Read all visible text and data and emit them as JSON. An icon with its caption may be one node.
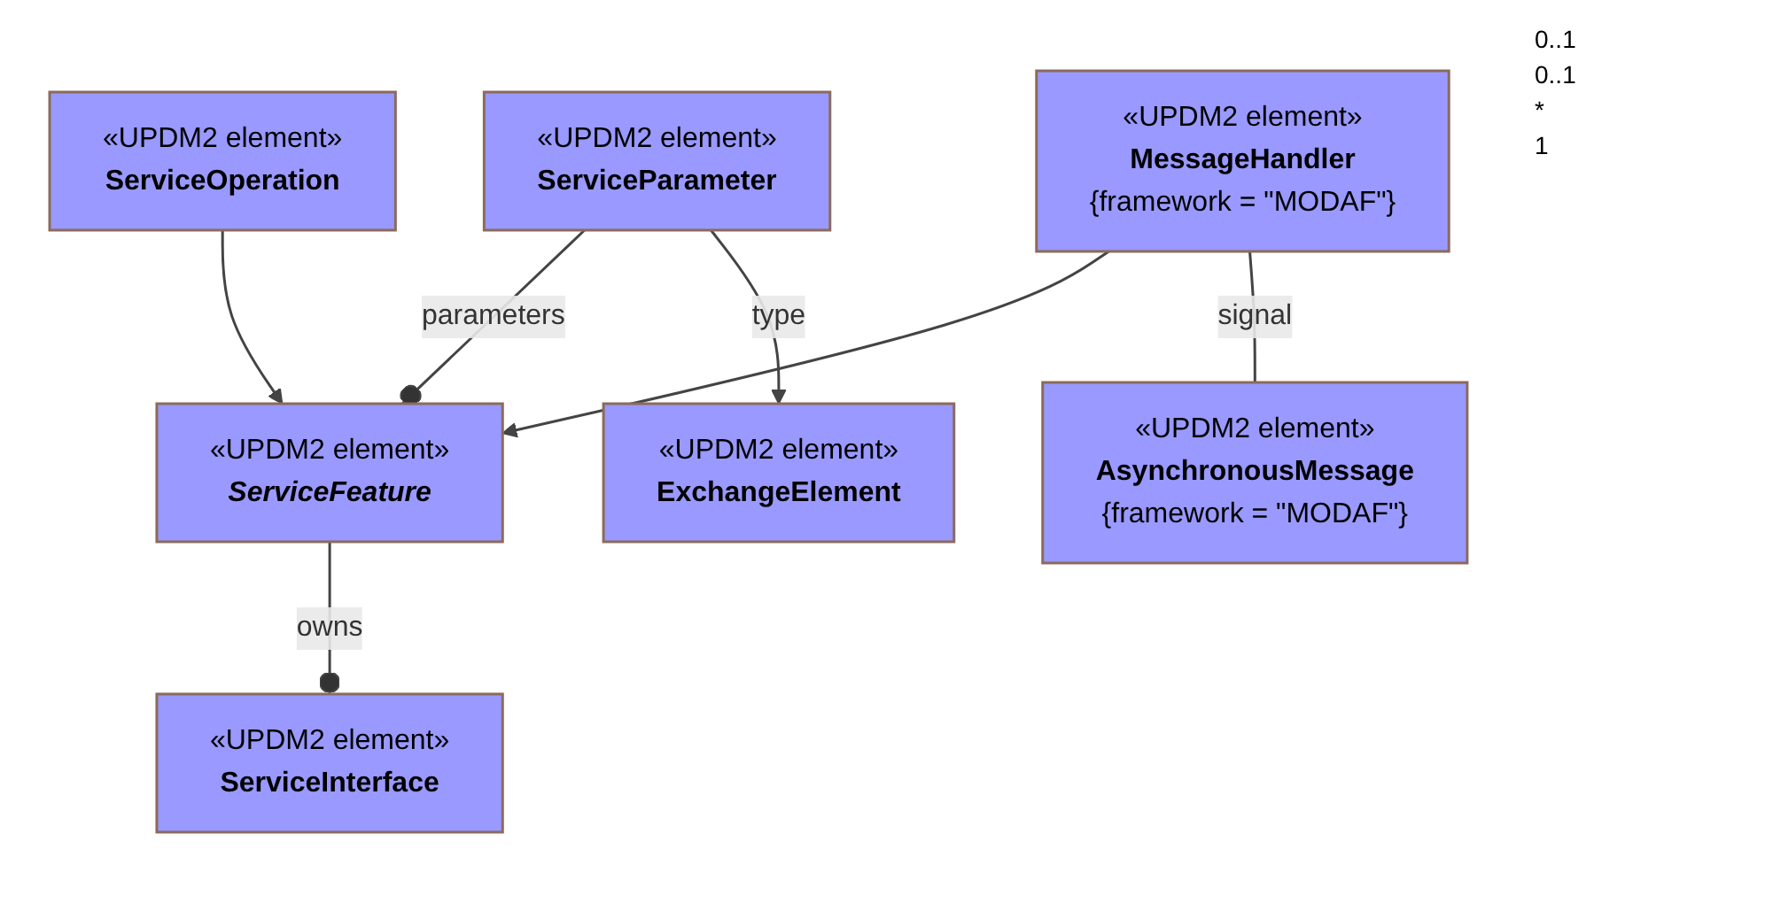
{
  "diagram": {
    "nodes": [
      {
        "text": [
          "«UPDM2 element»",
          "ServiceInterface"
        ]
      },
      {
        "text": [
          "«UPDM2 element»",
          "ServiceFeature"
        ]
      },
      {
        "text": [
          "«UPDM2 element»",
          "ServiceParameter"
        ]
      },
      {
        "text": [
          "«UPDM2 element»",
          "ServiceOperation"
        ]
      },
      {
        "text": [
          "«UPDM2 element»",
          "MessageHandler",
          "{framework = \"MODAF\"}"
        ]
      },
      {
        "text": [
          "«UPDM2 element»",
          "ExchangeElement"
        ]
      },
      {
        "text": [
          "«UPDM2 element»",
          "AsynchronousMessage",
          "{framework = \"MODAF\"}"
        ]
      }
    ],
    "edges": [
      {
        "from": 1,
        "to": 0,
        "arrow": "other",
        "label": "owns"
      },
      {
        "from": 2,
        "to": 1,
        "arrow": "other",
        "label": "parameters"
      },
      {
        "from": 3,
        "to": 1,
        "arrow": "to"
      },
      {
        "from": 4,
        "to": 1,
        "arrow": "to"
      },
      {
        "from": 2,
        "to": 5,
        "arrow": "to",
        "label": "type"
      },
      {
        "from": 4,
        "to": 6,
        "arrow": "none",
        "label": "signal"
      }
    ],
    "labels": [
      "0..1",
      "0..1",
      "*",
      "1"
    ]
  }
}
